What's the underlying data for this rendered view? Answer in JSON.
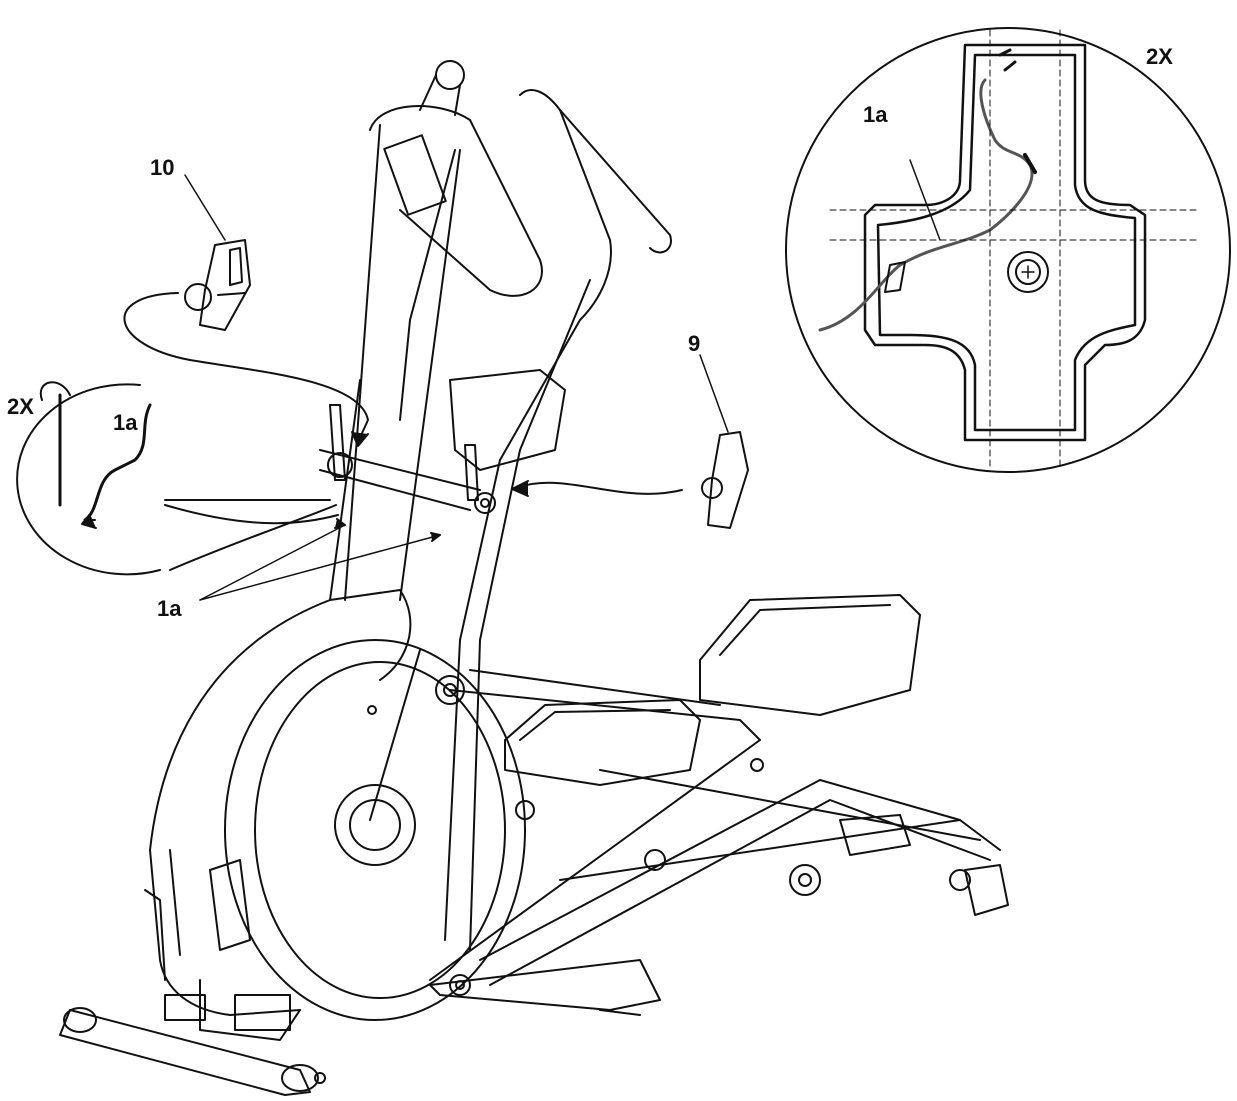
{
  "callouts": {
    "part_10": "10",
    "part_9": "9",
    "wire_1a_main": "1a",
    "wire_1a_left_inset": "1a",
    "qty_left_inset": "2X",
    "wire_1a_right_inset": "1a",
    "qty_right_inset": "2X"
  },
  "colors": {
    "line": "#111111",
    "background": "#ffffff",
    "wire": "#555555"
  }
}
